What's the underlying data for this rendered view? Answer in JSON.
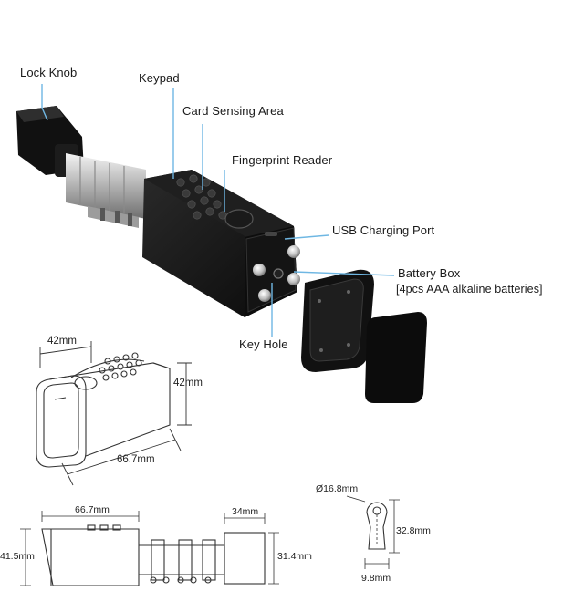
{
  "callouts": {
    "lock_knob": "Lock Knob",
    "keypad": "Keypad",
    "card_sensing_area": "Card Sensing Area",
    "fingerprint_reader": "Fingerprint Reader",
    "usb_charging_port": "USB Charging Port",
    "battery_box": "Battery Box",
    "battery_note": "[4pcs AAA alkaline batteries]",
    "key_hole": "Key Hole"
  },
  "dimensions": {
    "depth": "42mm",
    "height": "42mm",
    "length": "66.7mm",
    "cyl_length": "66.7mm",
    "knob_length": "34mm",
    "body_height": "41.5mm",
    "knob_height": "31.4mm",
    "profile_diameter": "Ø16.8mm",
    "profile_height": "32.8mm",
    "profile_width": "9.8mm"
  },
  "colors": {
    "device": "#141414",
    "leader": "#6fb7e3",
    "line": "#333333"
  }
}
